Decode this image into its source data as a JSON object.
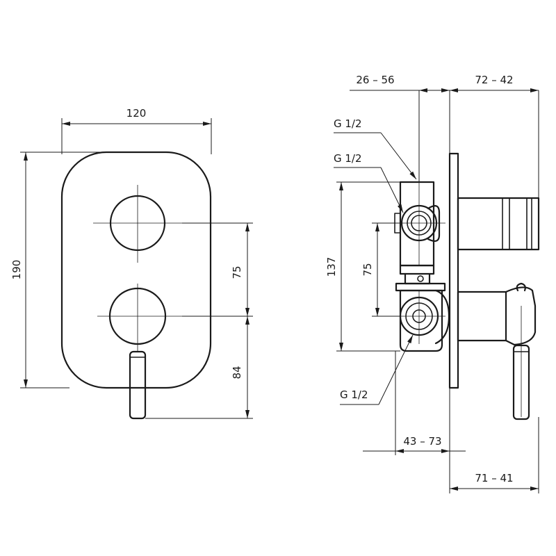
{
  "front_view": {
    "width_label": "120",
    "height_label": "190",
    "spacing_label": "75",
    "lever_label": "84"
  },
  "side_view": {
    "wall_depth_top_label": "26 – 56",
    "projection_top_label": "72 – 42",
    "connection_1_label": "G 1/2",
    "connection_2_label": "G 1/2",
    "connection_3_label": "G 1/2",
    "body_height_label": "137",
    "outlet_spacing_label": "75",
    "wall_depth_bottom_label": "43 – 73",
    "projection_bottom_label": "71 – 41"
  }
}
